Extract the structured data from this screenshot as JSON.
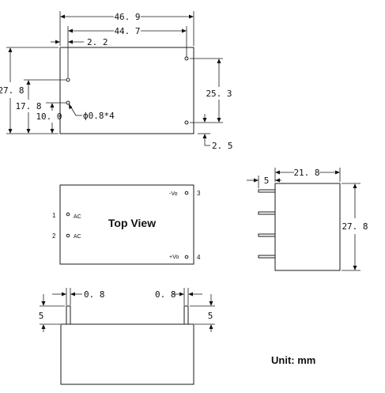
{
  "top_view_dims": {
    "overall_length": "46. 9",
    "pin_span": "44. 7",
    "edge_offset": "2. 2",
    "height": "27. 8",
    "pin_height_17": "17. 8",
    "pin_height_10": "10. 0",
    "output_pin_spacing": "25. 3",
    "output_edge_offset": "2. 5",
    "pin_diameter": "ф0.8*4"
  },
  "pin_view": {
    "title": "Top View",
    "pins": [
      {
        "number": "1",
        "label": "AC"
      },
      {
        "number": "2",
        "label": "AC"
      },
      {
        "number": "3",
        "label": "-Vo"
      },
      {
        "number": "4",
        "label": "+Vo"
      }
    ]
  },
  "side_view_dims": {
    "depth": "21. 8",
    "pin_length": "5",
    "height": "27. 8"
  },
  "front_view_dims": {
    "pin_width_left": "0. 8",
    "pin_width_right": "0. 8",
    "pin_length_left": "5",
    "pin_length_right": "5"
  },
  "unit_label": "Unit: mm"
}
